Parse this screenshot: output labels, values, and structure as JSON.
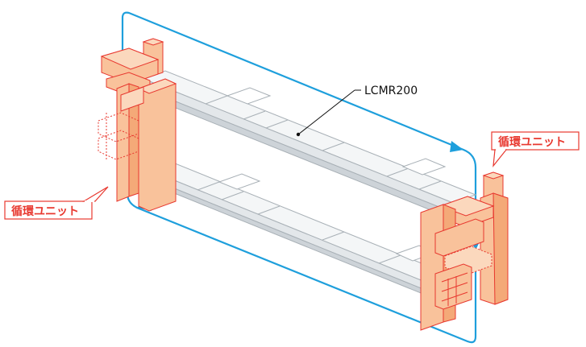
{
  "diagram": {
    "model_label": "LCMR200",
    "callout_right": "循環ユニット",
    "callout_left": "循環ユニット"
  },
  "colors": {
    "loop": "#1e9fdc",
    "unit_fill": "#f9c29b",
    "unit_stroke": "#e8382f",
    "rail_fill": "#e3e7ea",
    "rail_top": "#f4f6f7",
    "rail_stroke": "#a8b0b6",
    "callout_text": "#e8382f"
  }
}
